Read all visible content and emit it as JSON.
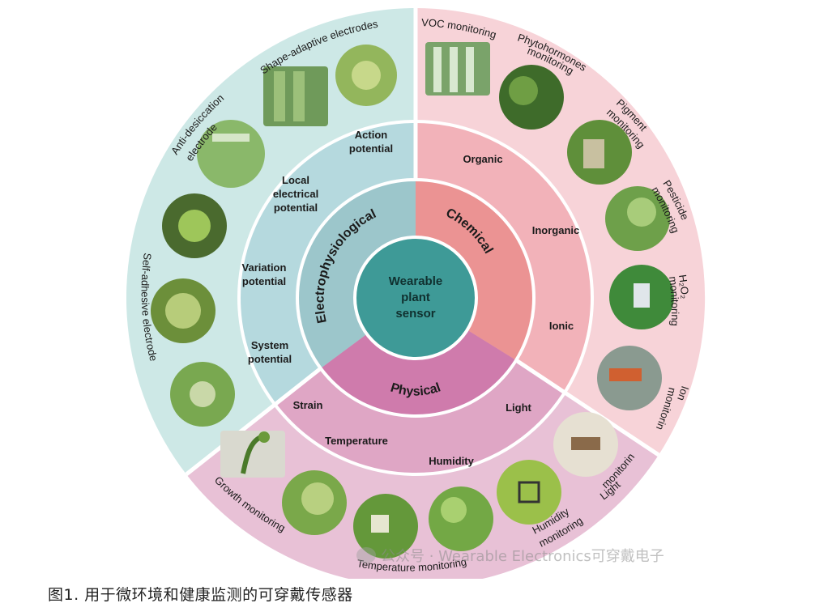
{
  "center": {
    "line1": "Wearable",
    "line2": "plant",
    "line3": "sensor"
  },
  "categories": {
    "electrophysiological": "Electrophysiological",
    "chemical": "Chemical",
    "physical": "Physical"
  },
  "electro_items": [
    {
      "line1": "Action",
      "line2": "potential"
    },
    {
      "line1": "Local",
      "line2": "electrical",
      "line3": "potential"
    },
    {
      "line1": "Variation",
      "line2": "potential"
    },
    {
      "line1": "System",
      "line2": "potential"
    }
  ],
  "chemical_items": [
    "Organic",
    "Inorganic",
    "Ionic"
  ],
  "physical_items": [
    "Strain",
    "Temperature",
    "Humidity",
    "Light"
  ],
  "outer_labels": {
    "shape_adaptive": "Shape-adaptive electrodes",
    "anti_desiccation_1": "Anti-desiccation",
    "anti_desiccation_2": "electrode",
    "self_adhesive": "Self-adhesive electrode",
    "voc": "VOC monitoring",
    "phyto_1": "Phytohormones",
    "phyto_2": "monitoring",
    "pigment_1": "Pigment",
    "pigment_2": "monitoring",
    "pesticide_1": "Pesticide",
    "pesticide_2": "monitoring",
    "h2o2_1": "H₂O₂",
    "h2o2_2": "monitoring",
    "ion_1": "Ion",
    "ion_2": "monitoring",
    "growth": "Growth monitoring",
    "temperature": "Temperature monitoring",
    "humidity_1": "Humidity",
    "humidity_2": "monitoring",
    "light_1": "Light",
    "light_2": "monitoring"
  },
  "watermark": "公众号 · Wearable Electronics可穿戴电子",
  "caption": "图1. 用于微环境和健康监测的可穿戴传感器",
  "colors": {
    "teal_outer": "#cde8e6",
    "teal_mid": "#b5d9de",
    "teal_inner": "#9cc6cb",
    "pink_outer": "#f7d3d8",
    "pink_mid": "#f2b2b9",
    "pink_inner": "#eb9393",
    "mauve_outer": "#e8c1d6",
    "mauve_mid": "#dfa6c5",
    "mauve_inner": "#cf7bac",
    "center": "#3e9a97"
  }
}
